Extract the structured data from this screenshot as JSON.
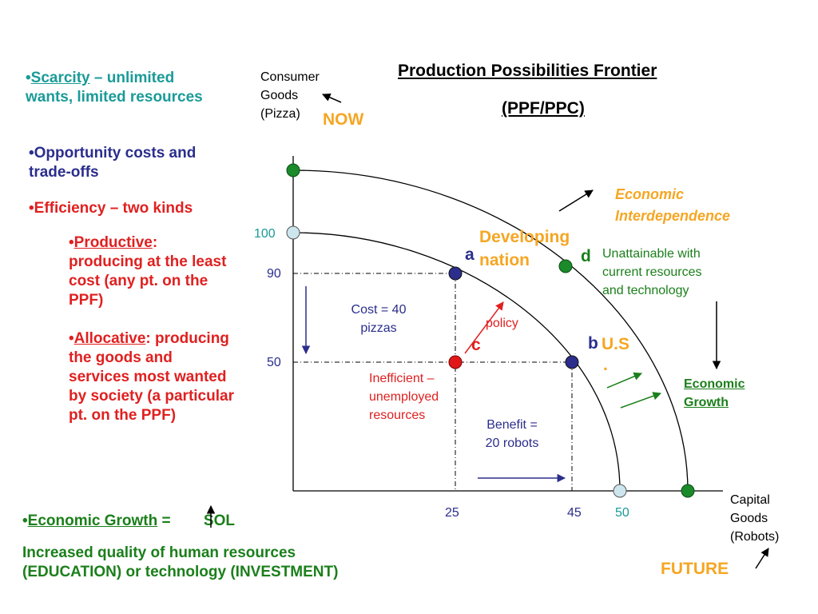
{
  "title": {
    "line1": "Production Possibilities Frontier",
    "line2": "(PPF/PPC)"
  },
  "left_notes": {
    "scarcity_bullet": "•",
    "scarcity_term": "Scarcity",
    "scarcity_rest": " – unlimited wants, limited resources",
    "opportunity": "•Opportunity costs and trade-offs",
    "efficiency": "•Efficiency – two kinds",
    "productive_bullet": "•",
    "productive_term": "Productive",
    "productive_rest": ": producing at the least cost (any pt. on the PPF)",
    "allocative_bullet": "•",
    "allocative_term": "Allocative",
    "allocative_rest": ": producing the goods and services most wanted by society (a particular pt. on the PPF)"
  },
  "bottom_notes": {
    "growth_bullet": "•",
    "growth_term": "Economic Growth",
    "growth_eq": " =",
    "growth_sol": "SOL",
    "increase_line1": "Increased quality of human resources",
    "increase_line2": "(EDUCATION) or technology (INVESTMENT)"
  },
  "axes": {
    "y_label_1": "Consumer",
    "y_label_2": "Goods",
    "y_label_3": "(Pizza)",
    "x_label_1": "Capital",
    "x_label_2": "Goods",
    "x_label_3": "(Robots)",
    "now": "NOW",
    "future": "FUTURE",
    "y_ticks": [
      "100",
      "90",
      "50"
    ],
    "x_ticks": [
      "25",
      "45",
      "50"
    ]
  },
  "annotations": {
    "cost_1": "Cost = 40",
    "cost_2": "pizzas",
    "benefit_1": "Benefit =",
    "benefit_2": "20 robots",
    "inefficient_1": "Inefficient –",
    "inefficient_2": "unemployed",
    "inefficient_3": "resources",
    "policy": "policy",
    "point_a": "a",
    "point_b": "b",
    "point_c": "c",
    "point_d": "d",
    "us": "U.S",
    "us_dot": ".",
    "developing_1": "Developing",
    "developing_2": "nation",
    "unattainable_1": "Unattainable with",
    "unattainable_2": "current resources",
    "unattainable_3": "and technology",
    "interdependence_1": "Economic",
    "interdependence_2": "Interdependence",
    "econ_growth_1": "Economic",
    "econ_growth_2": "Growth"
  },
  "colors": {
    "teal": "#1a9b98",
    "navy": "#2b2e8c",
    "red": "#e02020",
    "green": "#1b7f1b",
    "orange": "#f5a623",
    "light_blue_point": "#cde6ee",
    "green_point": "#1b8a2a",
    "navy_point": "#2b2e8c",
    "red_point": "#e01818"
  }
}
